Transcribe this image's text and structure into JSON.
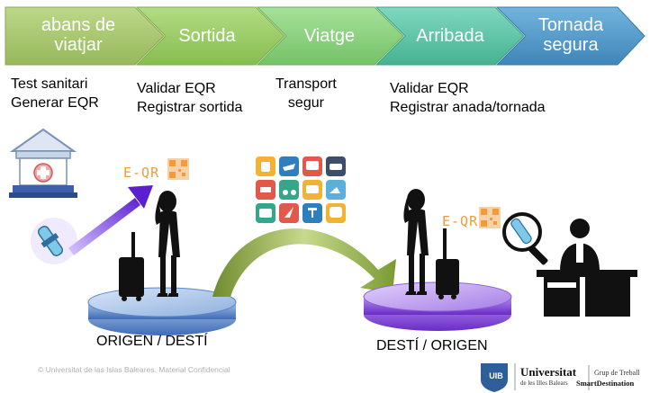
{
  "process": {
    "steps": [
      {
        "label": "abans de\nviatjar",
        "color": "#a8c66c",
        "tasks": "Test sanitari\nGenerar EQR"
      },
      {
        "label": "Sortida",
        "color": "#9bc95f",
        "tasks": "Validar EQR\nRegistrar sortida"
      },
      {
        "label": "Viatge",
        "color": "#8ed07a",
        "tasks": "Transport\nsegur"
      },
      {
        "label": "Arribada",
        "color": "#5fc4a8",
        "tasks": "Validar EQR\nRegistrar anada/tornada"
      },
      {
        "label": "Tornada\nsegura",
        "color": "#4f9bc9",
        "tasks": ""
      }
    ]
  },
  "places": {
    "origin": "ORIGEN / DESTÍ",
    "destination": "DESTÍ / ORIGEN"
  },
  "eqr": {
    "left": "E-QR",
    "right": "E-QR"
  },
  "footer": {
    "copyright": "© Universitat de las Islas Baleares. Material Confidencial",
    "university_name": "Universitat",
    "university_sub": "de les Illes Balears",
    "logo_text": "UIB",
    "group_line1": "Grup de Treball",
    "group_line2": "SmartDestination"
  },
  "colors": {
    "arrow_purple": "#7b3fd1",
    "platform_blue": "#4f7fc6",
    "platform_purple": "#8b4fe0",
    "curve_green": "#8ea94a"
  }
}
